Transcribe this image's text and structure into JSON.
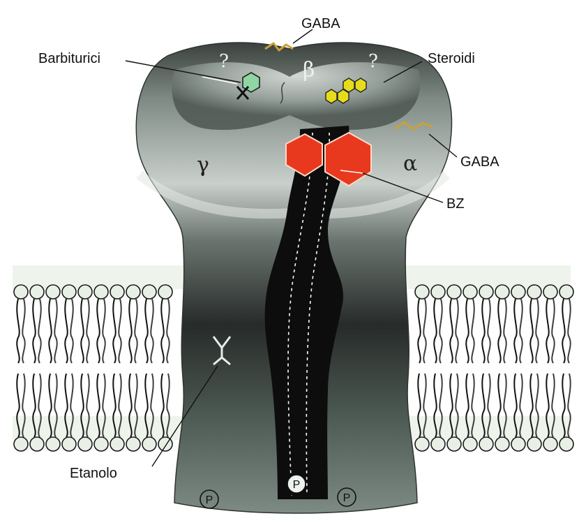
{
  "labels": {
    "gaba_top": "GABA",
    "barbiturici": "Barbiturici",
    "steroidi": "Steroidi",
    "gaba_right": "GABA",
    "bz": "BZ",
    "etanolo": "Etanolo"
  },
  "subunits": {
    "gamma": "γ",
    "beta": "β",
    "alpha": "α",
    "unknown_left": "?",
    "unknown_right": "?"
  },
  "phospho": {
    "left": "P",
    "center": "P",
    "right": "P"
  },
  "colors": {
    "bz_site": "#e8391f",
    "steroid_site": "#e6dc1c",
    "barbiturate_site": "#8fd6a3",
    "gaba_ligand": "#c9a13a",
    "channel": "#0d0d0d",
    "membrane_heads": "#e8efe4"
  },
  "icons": {
    "ethanol_site": "y-shaped-site-icon",
    "phosphate": "phosphate-circle-icon"
  }
}
